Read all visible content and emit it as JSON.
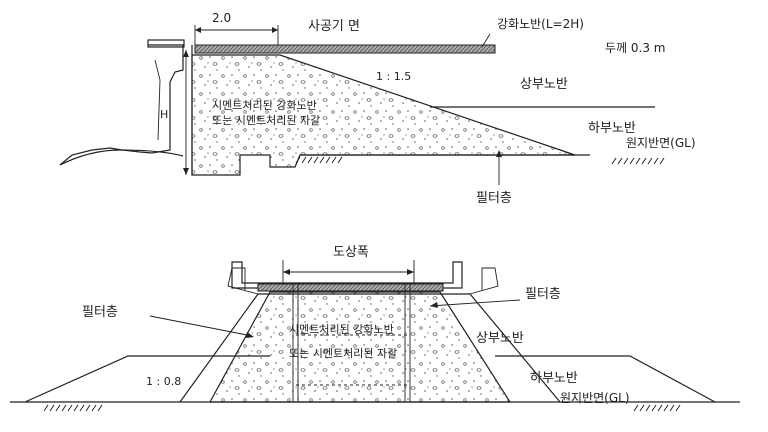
{
  "top": {
    "dim_width": "2.0",
    "formation_level": "사공기 면",
    "reinforced_subgrade": "강화노반(L=2H)",
    "thickness": "두께  0.3  m",
    "slope": "1  :  1.5",
    "upper_subgrade": "상부노반",
    "height": "H",
    "fill_material_line1": "시멘트처리된 강화노반",
    "fill_material_line2": "또는 시멘트처리된 자갈",
    "lower_subgrade": "하부노반",
    "ground_level": "원지반면(GL)",
    "filter_layer": "필터층"
  },
  "bottom": {
    "ballast_width": "도상폭",
    "filter_layer_right": "필터층",
    "filter_layer_left": "필터층",
    "fill_material_line1": "시멘트처리된 강화노반",
    "fill_material_line2": "또는 시멘트처리된 자갈",
    "upper_subgrade": "상부노반",
    "slope": "1 : 0.8",
    "lower_subgrade": "하부노반",
    "ground_level": "원지반면(GL)"
  },
  "colors": {
    "line": "#222222",
    "background": "#ffffff"
  }
}
